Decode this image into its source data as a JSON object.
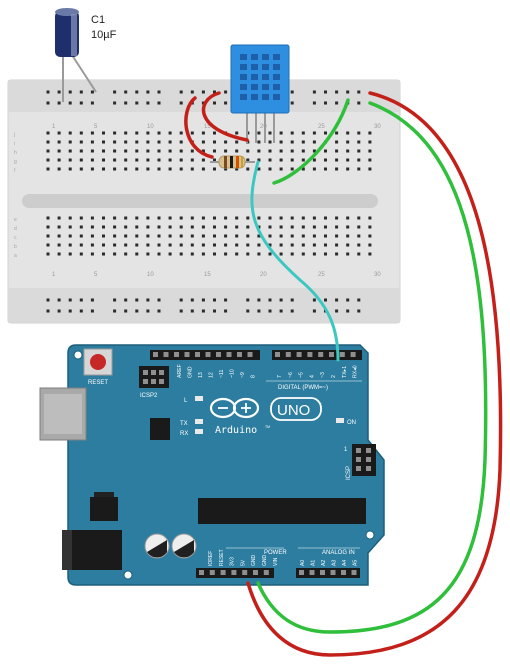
{
  "capacitor": {
    "name": "C1",
    "value": "10µF"
  },
  "breadboard": {
    "row_labels_top": [
      "1",
      "5",
      "10",
      "15",
      "20",
      "25",
      "30"
    ],
    "row_labels_bottom": [
      "1",
      "5",
      "10",
      "15",
      "20",
      "25",
      "30"
    ],
    "col_letters": [
      "j",
      "i",
      "h",
      "g",
      "f",
      "e",
      "d",
      "c",
      "b",
      "a"
    ]
  },
  "arduino": {
    "reset_label": "RESET",
    "icsp2_label": "ICSP2",
    "icsp_label": "ICSP",
    "icsp_pin1": "1",
    "digital_label": "DIGITAL (PWM=~)",
    "tx_label": "TX",
    "rx_label": "RX",
    "l_label": "L",
    "on_label": "ON",
    "brand": "Arduino",
    "tm": "TM",
    "model": "UNO",
    "power_label": "POWER",
    "analog_label": "ANALOG IN",
    "top_pins": [
      "AREF",
      "GND",
      "13",
      "12",
      "~11",
      "~10",
      "~9",
      "8",
      "7",
      "~6",
      "~5",
      "4",
      "~3",
      "2",
      "TX▸1",
      "RX◂0"
    ],
    "power_pins": [
      "IOREF",
      "RESET",
      "3V3",
      "5V",
      "GND",
      "GND",
      "VIN"
    ],
    "analog_pins": [
      "A0",
      "A1",
      "A2",
      "A3",
      "A4",
      "A5"
    ]
  },
  "colors": {
    "board": "#2c7da0",
    "board_edge": "#1d5f7a",
    "breadboard": "#e5e5e5",
    "wire_red": "#c4201a",
    "wire_green": "#2fbf3a",
    "wire_cyan": "#3cc8c0",
    "sensor": "#2e8fe0"
  }
}
